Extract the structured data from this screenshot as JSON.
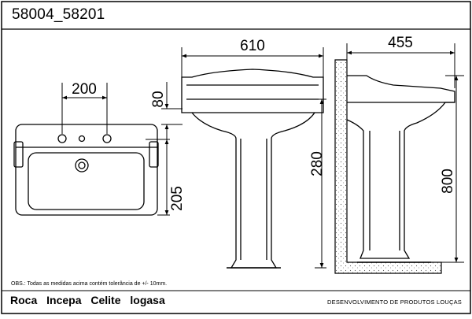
{
  "drawing_code": "58004_58201",
  "dimensions": {
    "tap_spacing": "200",
    "basin_depth": "80",
    "drain_offset": "205",
    "front_width": "610",
    "overflow_height": "280",
    "side_depth": "455",
    "total_height": "800"
  },
  "footer": {
    "note": "OBS.: Todas as medidas acima contém tolerância de +/- 10mm.",
    "brands": [
      "Roca",
      "Incepa",
      "Celite",
      "logasa"
    ],
    "department": "DESENVOLVIMENTO DE PRODUTOS LOUÇAS"
  }
}
